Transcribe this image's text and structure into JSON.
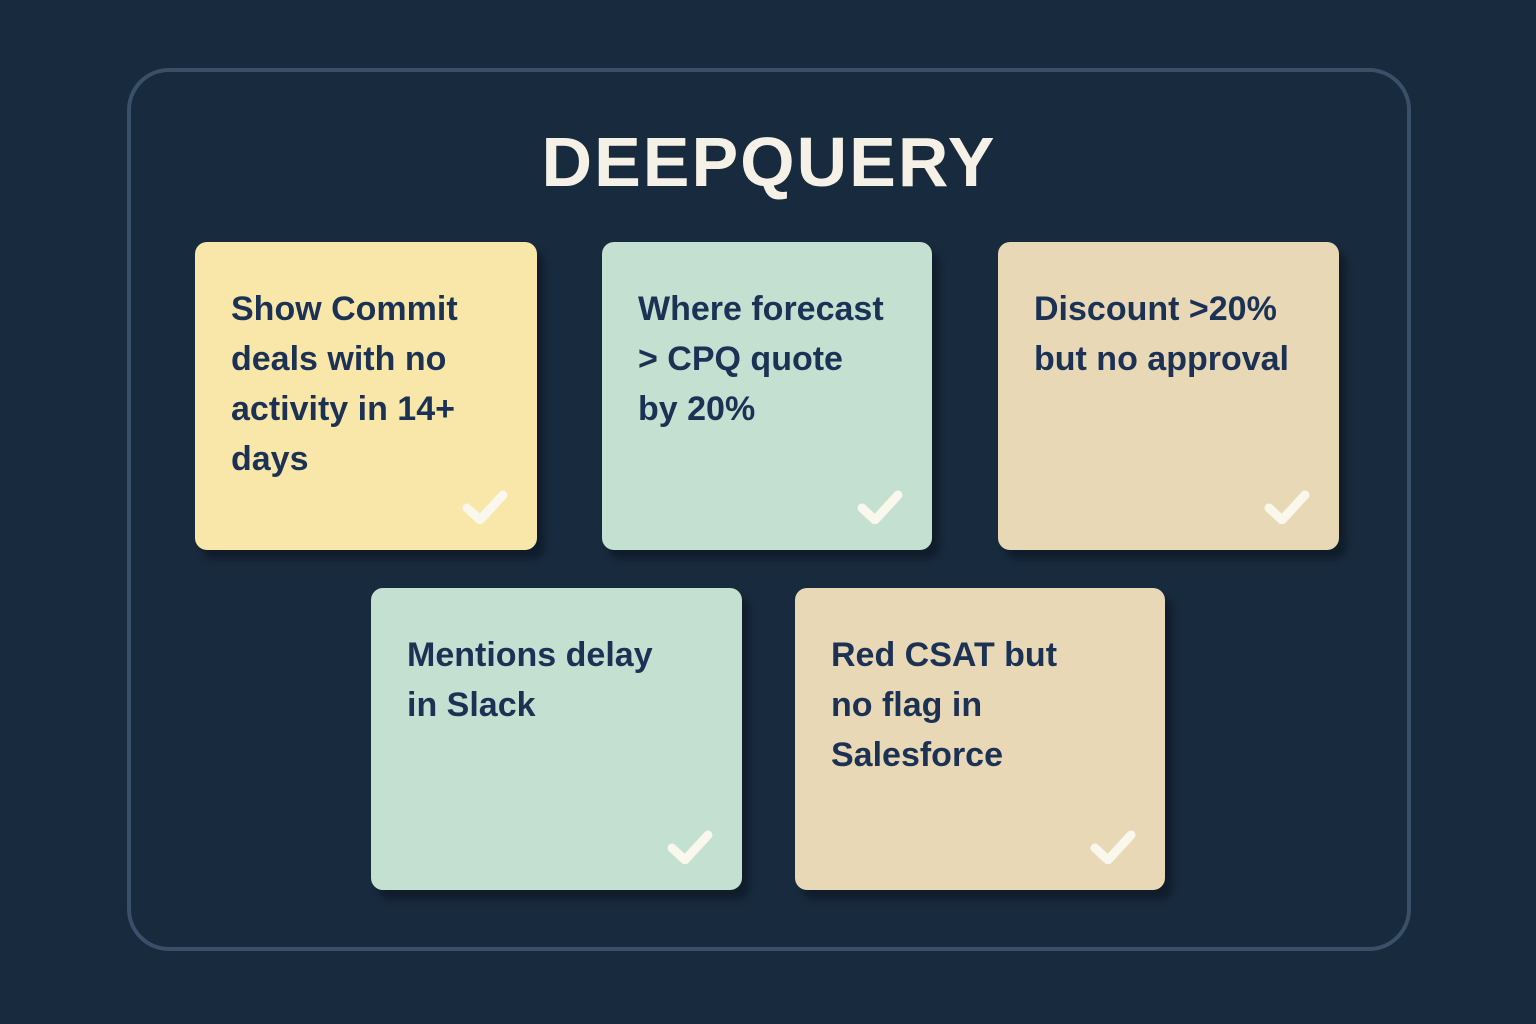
{
  "title": "DEEPQUERY",
  "colors": {
    "background": "#182a3d",
    "frame_border": "#3a5068",
    "card_yellow": "#f8e7a8",
    "card_mint": "#c3e0d0",
    "card_tan": "#e9d8b6",
    "card_text": "#1c3255",
    "title_text": "#f5f1e6",
    "checkmark": "#faf7ed"
  },
  "cards": [
    {
      "text": "Show Commit\ndeals with no\nactivity in 14+\ndays",
      "color": "yellow",
      "icon": "checkmark"
    },
    {
      "text": "Where forecast\n> CPQ quote\nby 20%",
      "color": "mint",
      "icon": "checkmark"
    },
    {
      "text": "Discount >20%\nbut no approval",
      "color": "tan",
      "icon": "checkmark"
    },
    {
      "text": "Mentions delay\nin Slack",
      "color": "mint",
      "icon": "checkmark"
    },
    {
      "text": "Red CSAT but\nno flag in\nSalesforce",
      "color": "tan",
      "icon": "checkmark"
    }
  ]
}
